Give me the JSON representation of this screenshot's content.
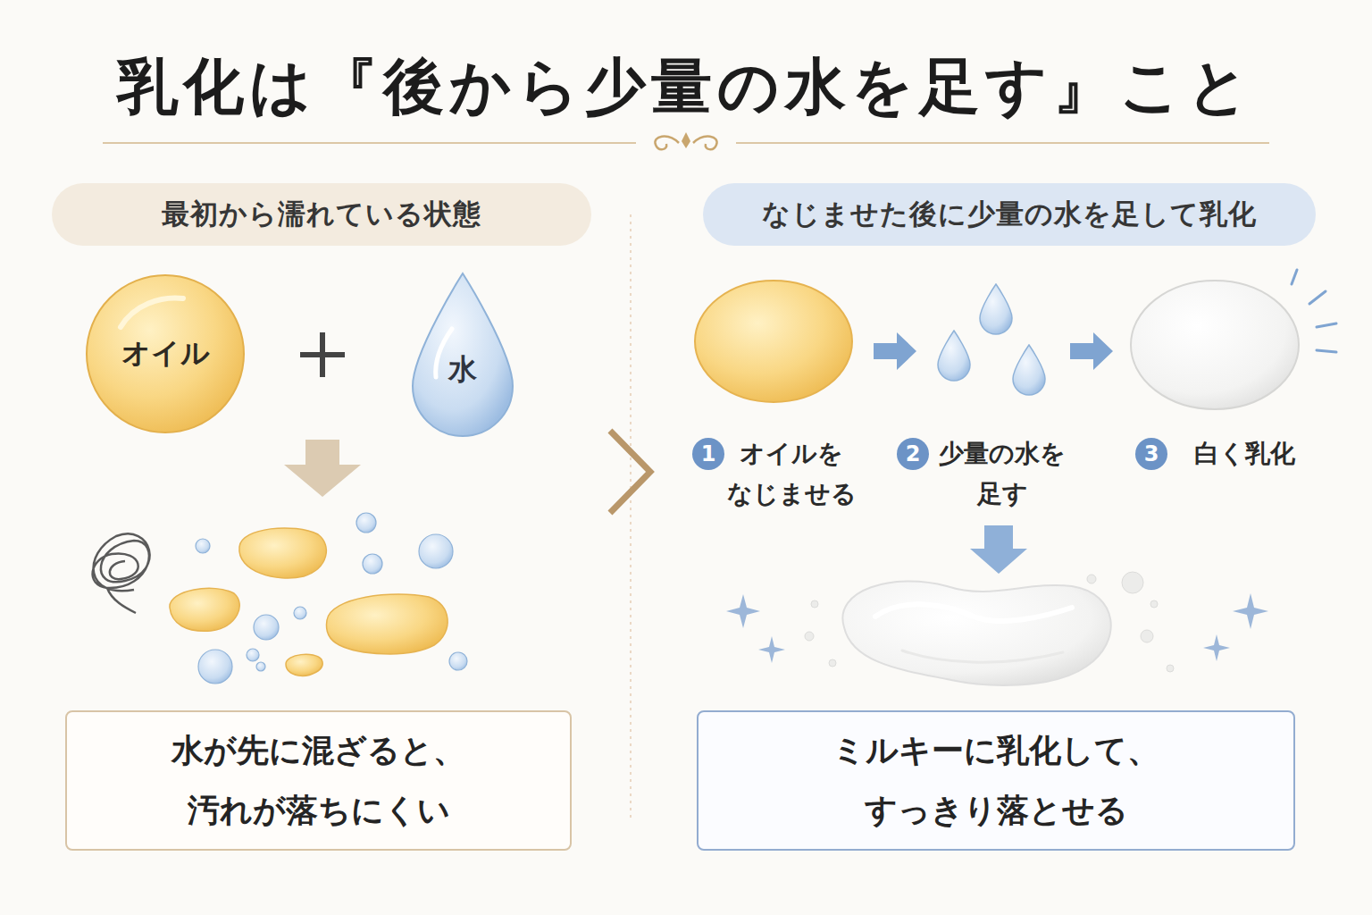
{
  "diagram": {
    "title": "乳化は『後から少量の水を足す』こと",
    "nodes": [
      {
        "text": [
          "最初から濡れている状態"
        ]
      },
      {
        "text": [
          "オイル"
        ]
      },
      {
        "text": [
          "水"
        ]
      },
      {
        "text": [
          "水が先に混ざると、 汚れが落ちにくい"
        ]
      },
      {
        "text": [
          "なじませた後に少量の水を足して乳化"
        ]
      },
      {
        "text": [
          "1"
        ]
      },
      {
        "text": [
          "2"
        ]
      },
      {
        "text": [
          "3"
        ]
      },
      {
        "text": [
          "ミルキーに乳化して、 すっきり落とせる"
        ]
      }
    ],
    "labels": [
      "オイルを なじませる",
      "少量の水を 足す",
      "白く乳化"
    ]
  }
}
